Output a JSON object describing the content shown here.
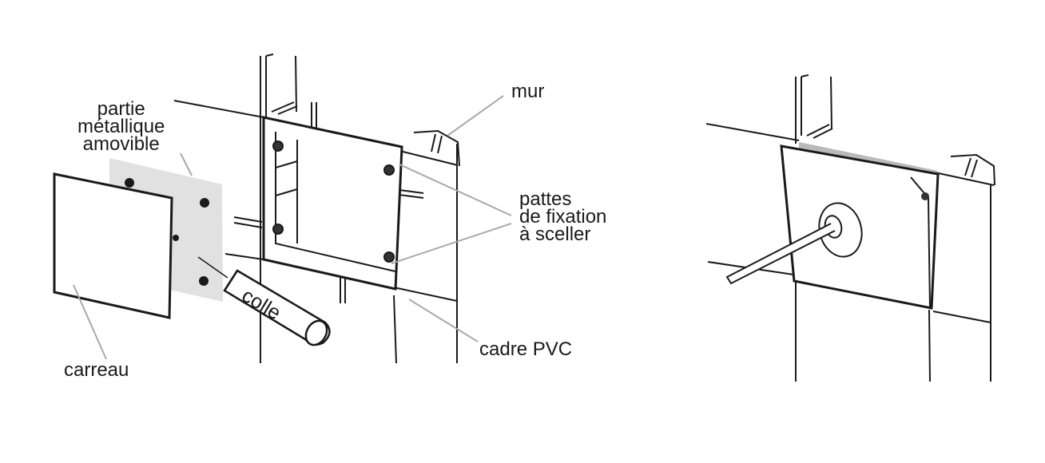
{
  "labels": {
    "mur": "mur",
    "partie_1": "partie",
    "partie_2": "métallique",
    "partie_3": "amovible",
    "pattes_1": "pattes",
    "pattes_2": "de fixation",
    "pattes_3": "à sceller",
    "cadre": "cadre PVC",
    "carreau": "carreau",
    "colle": "colle"
  },
  "colors": {
    "line": "#1a1a1a",
    "leader": "#a9a9a9",
    "plate_fill": "#e1e1e1",
    "top_bar": "#b9b9b9"
  }
}
